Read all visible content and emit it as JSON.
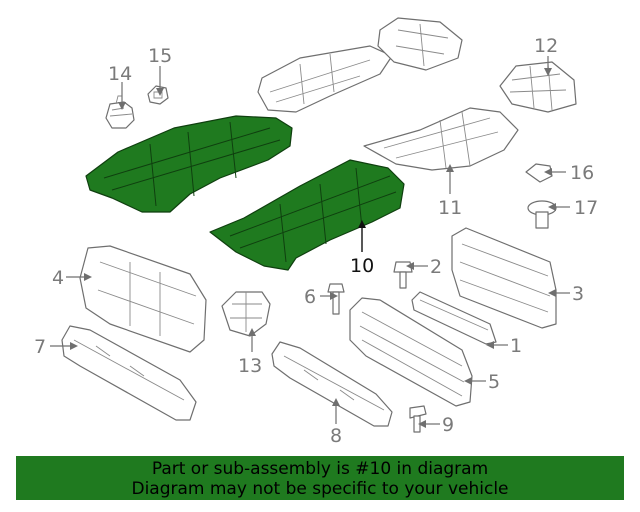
{
  "callouts": {
    "c1": "1",
    "c2": "2",
    "c3": "3",
    "c4": "4",
    "c5": "5",
    "c6": "6",
    "c7": "7",
    "c8": "8",
    "c9": "9",
    "c10": "10",
    "c11": "11",
    "c12": "12",
    "c13": "13",
    "c14": "14",
    "c15": "15",
    "c16": "16",
    "c17": "17"
  },
  "highlight_part": "10",
  "colors": {
    "highlight": "#1f7a1f",
    "outline": "#6f6f6f",
    "banner_bg": "#1f7a1f",
    "callout_text": "#7a7a7a"
  },
  "banner": {
    "line1": "Part or sub-assembly is #10 in diagram",
    "line2": "Diagram may not be specific to your vehicle"
  }
}
